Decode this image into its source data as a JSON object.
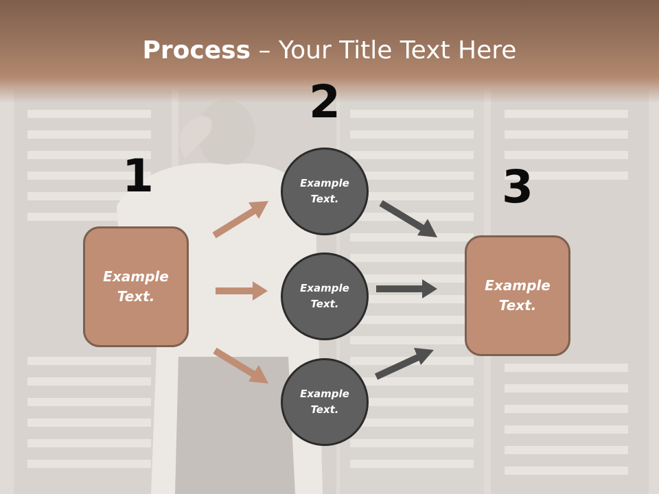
{
  "title": {
    "bold": "Process",
    "rest": " – Your Title Text Here"
  },
  "numbers": [
    "1",
    "2",
    "3"
  ],
  "left_box": {
    "line1": "Example",
    "line2": "Text."
  },
  "right_box": {
    "line1": "Example",
    "line2": "Text."
  },
  "circles": [
    {
      "line1": "Example",
      "line2": "Text."
    },
    {
      "line1": "Example",
      "line2": "Text."
    },
    {
      "line1": "Example",
      "line2": "Text."
    }
  ],
  "colors": {
    "banner": "#9b7660",
    "box_fill": "#c08e74",
    "box_border": "#7d6051",
    "circle_fill": "#5f5f5f",
    "circle_border": "#2b2b2b",
    "arrow_brown": "#c08e74",
    "arrow_dark": "#505050"
  }
}
